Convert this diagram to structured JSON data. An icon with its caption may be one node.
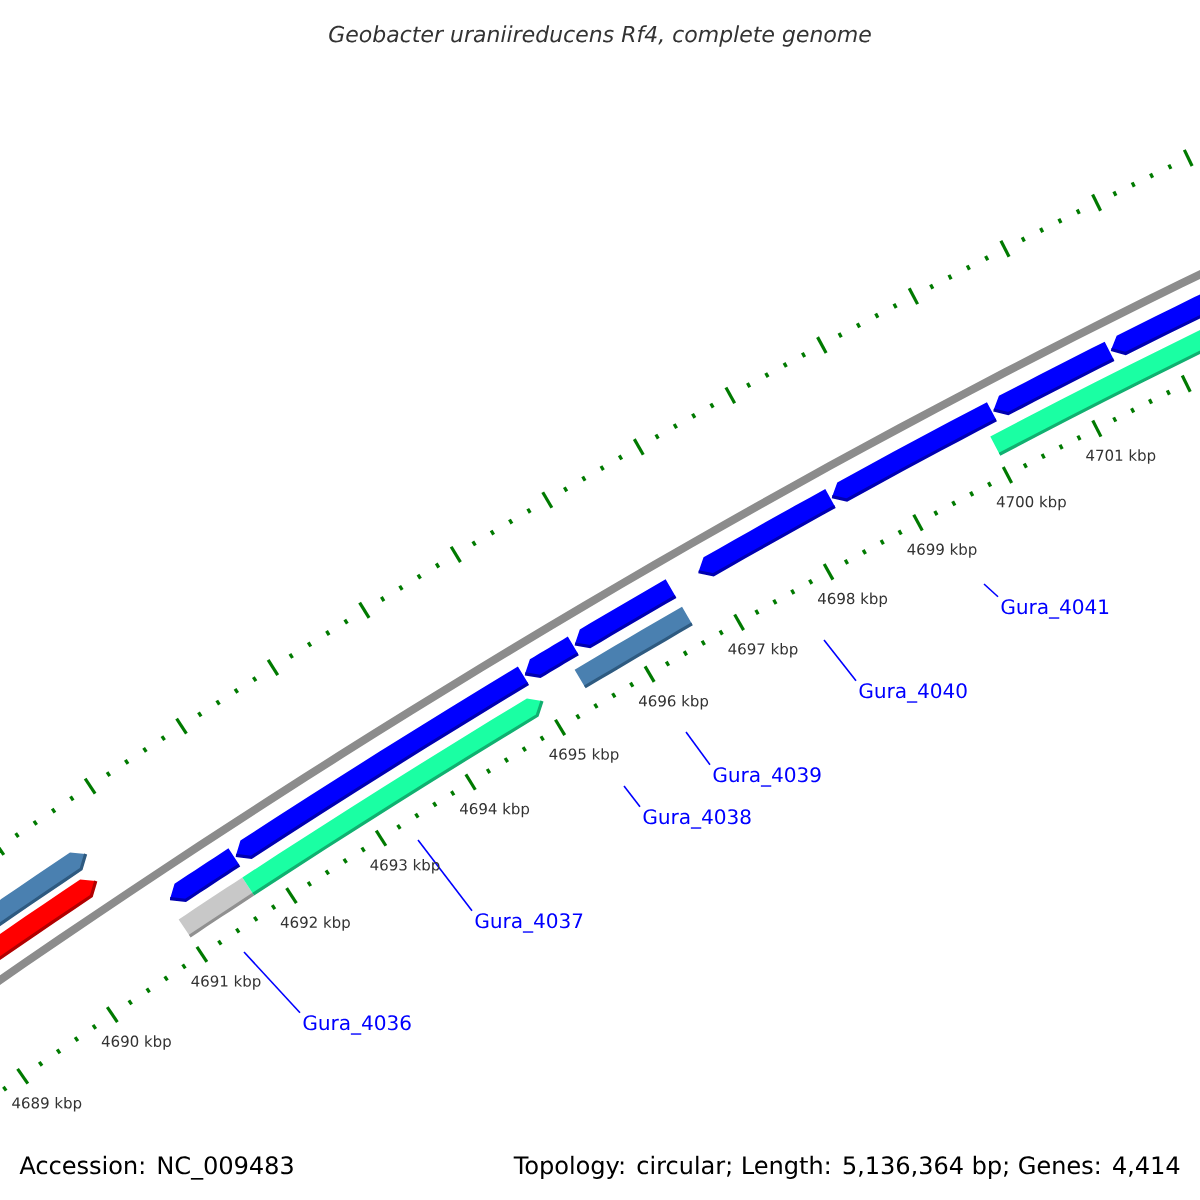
{
  "diagram": {
    "title": "*Geobacter uraniireducens* Rf4, complete genome",
    "nodes": [
      {
        "text": [
          "Gura_4036"
        ]
      },
      {
        "text": [
          "Gura_4037"
        ]
      },
      {
        "text": [
          "Gura_4038"
        ]
      },
      {
        "text": [
          "Gura_4039"
        ]
      },
      {
        "text": [
          "Gura_4040"
        ]
      },
      {
        "text": [
          "Gura_4041"
        ]
      }
    ],
    "edges": [
      {
        "from": 0,
        "to": null,
        "arrow": "none"
      },
      {
        "from": 1,
        "to": null,
        "arrow": "none"
      },
      {
        "from": 2,
        "to": null,
        "arrow": "none"
      },
      {
        "from": 3,
        "to": null,
        "arrow": "none"
      },
      {
        "from": 4,
        "to": null,
        "arrow": "none"
      },
      {
        "from": 5,
        "to": null,
        "arrow": "none"
      }
    ],
    "labels": [
      "4701 kbp",
      "4700 kbp",
      "4699 kbp",
      "4698 kbp",
      "4697 kbp",
      "4696 kbp",
      "4695 kbp",
      "4694 kbp",
      "4693 kbp",
      "4692 kbp",
      "4691 kbp",
      "4690 kbp",
      "4689 kbp",
      "Accession: NC_009483",
      "Topology: circular; Length: 5,136,364 bp; Genes: 4,414"
    ]
  }
}
